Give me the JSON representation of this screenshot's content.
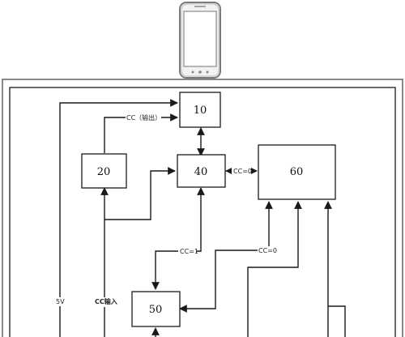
{
  "blocks": {
    "b10": "10",
    "b20": "20",
    "b40": "40",
    "b50": "50",
    "b60": "60"
  },
  "labels": {
    "cc_output": "CC（输出）",
    "cc_zero_top": "CC=0",
    "cc_one": "CC=1",
    "cc_zero_mid": "CC=0",
    "cc_input": "CC输入",
    "five_volt": "5V"
  },
  "icons": {
    "device": "smartphone-icon"
  }
}
